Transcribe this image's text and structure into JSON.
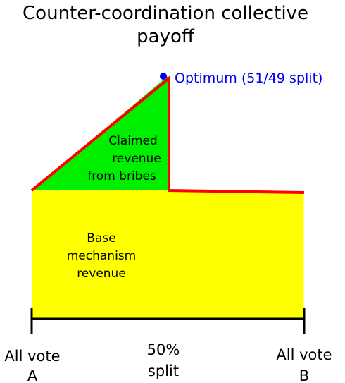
{
  "title": {
    "line1": "Counter-coordination collective",
    "line2": "payoff"
  },
  "optimum": {
    "label": "Optimum (51/49 split)",
    "color": "#0000ee"
  },
  "regions": {
    "bribes": {
      "line1": "Claimed",
      "line2": "revenue",
      "line3": "from bribes",
      "color": "#00ee00"
    },
    "base": {
      "line1": "Base",
      "line2": "mechanism",
      "line3": "revenue",
      "color": "#ffff00"
    }
  },
  "payoff_curve_color": "#ff0000",
  "axis": {
    "left": {
      "line1": "All vote",
      "line2": "A"
    },
    "middle": {
      "line1": "50%",
      "line2": "split"
    },
    "right": {
      "line1": "All vote",
      "line2": "B"
    }
  }
}
